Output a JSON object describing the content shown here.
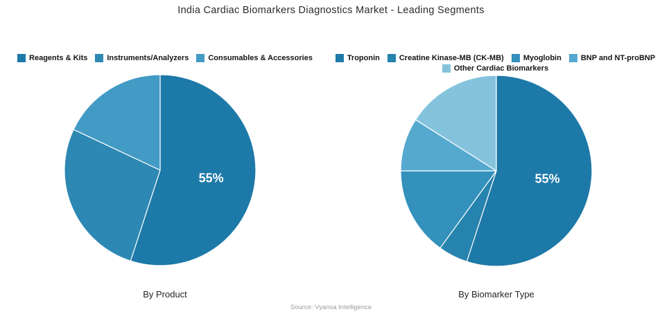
{
  "title": "India Cardiac Biomarkers Diagnostics Market - Leading Segments",
  "source": "Source: Vyansa Intelligence",
  "text_color": "#2b2b2b",
  "slice_border_color": "#ffffff",
  "data_label_color": "#ffffff",
  "chart_data": [
    {
      "type": "pie",
      "title": "By Product",
      "legend_position": "top",
      "start_angle_deg": 0,
      "direction": "clockwise",
      "segments": [
        {
          "label": "Reagents & Kits",
          "value": 55,
          "color": "#1d79a8",
          "data_label": "55%"
        },
        {
          "label": "Instruments/Analyzers",
          "value": 27,
          "color": "#2d88b3"
        },
        {
          "label": "Consumables & Accessories",
          "value": 18,
          "color": "#429bc5"
        }
      ]
    },
    {
      "type": "pie",
      "title": "By Biomarker Type",
      "legend_position": "top",
      "start_angle_deg": 0,
      "direction": "clockwise",
      "segments": [
        {
          "label": "Troponin",
          "value": 55,
          "color": "#1d79a8",
          "data_label": "55%"
        },
        {
          "label": "Creatine Kinase-MB (CK-MB)",
          "value": 5,
          "color": "#2683ae"
        },
        {
          "label": "Myoglobin",
          "value": 15,
          "color": "#3391bc"
        },
        {
          "label": "BNP and NT-proBNP",
          "value": 9,
          "color": "#55a9ce"
        },
        {
          "label": "Other Cardiac Biomarkers",
          "value": 16,
          "color": "#85c3dd"
        }
      ]
    }
  ]
}
